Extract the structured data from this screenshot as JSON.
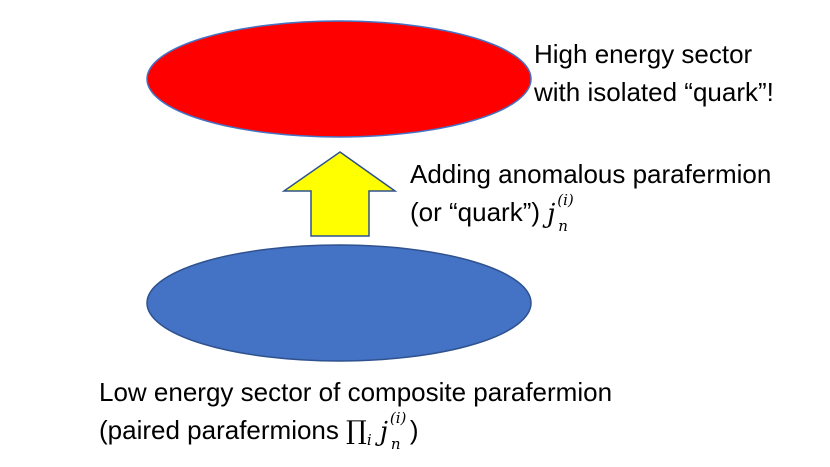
{
  "diagram": {
    "colors": {
      "high_ellipse_fill": "#ff0000",
      "high_ellipse_stroke": "#4472c4",
      "low_ellipse_fill": "#4472c4",
      "low_ellipse_stroke": "#2f528f",
      "arrow_fill": "#ffff00",
      "arrow_stroke": "#2f528f"
    },
    "high_label": {
      "line1": "High energy sector",
      "line2": "with isolated “quark”!"
    },
    "arrow_label": {
      "line1": "Adding anomalous parafermion",
      "line2_prefix": "(or “quark”) ",
      "math_base": "j",
      "math_sub": "n",
      "math_sup": "(i)"
    },
    "low_label": {
      "line1": "Low energy sector of composite parafermion",
      "line2_prefix": "(paired parafermions ",
      "prod_symbol": "∏",
      "prod_sub": "i",
      "math_base": "j",
      "math_sub": "n",
      "math_sup": "(i)",
      "line2_suffix": ")"
    }
  }
}
